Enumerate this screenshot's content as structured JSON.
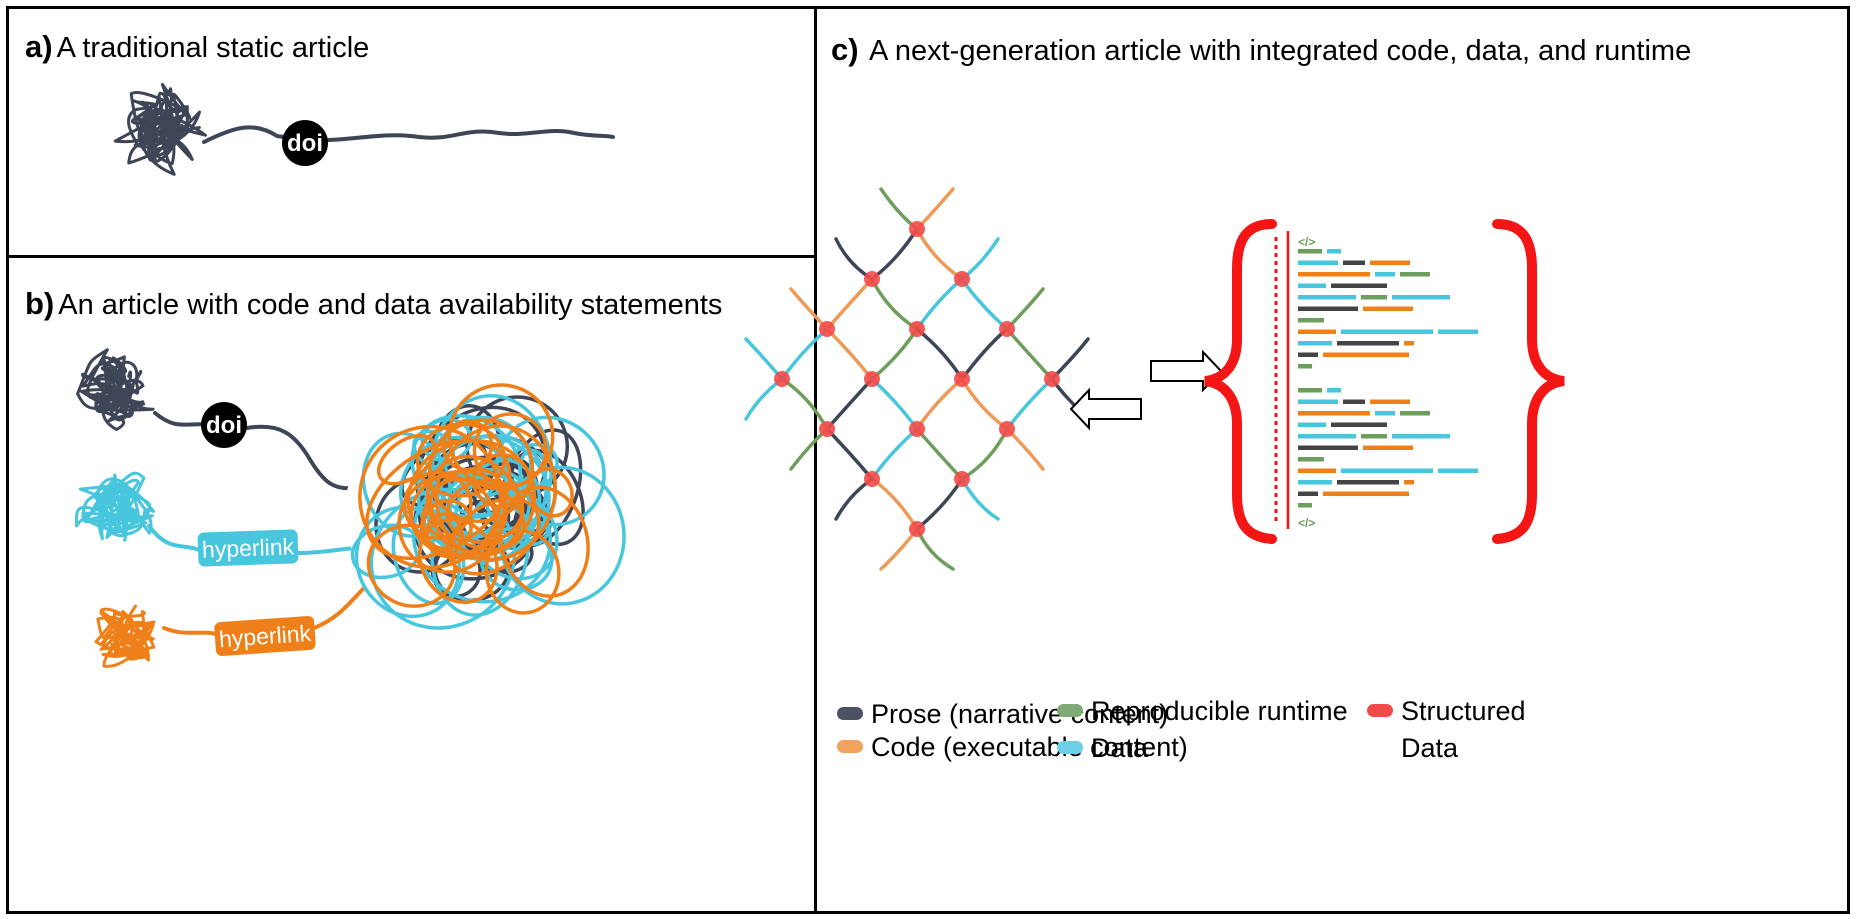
{
  "panel_a": {
    "letter": "a)",
    "title": "A traditional static article",
    "doi_label": "doi"
  },
  "panel_b": {
    "letter": "b)",
    "title": "An article with code and data availability statements",
    "doi_label": "doi",
    "data_link_label": "hyperlink",
    "code_link_label": "hyperlink"
  },
  "panel_c": {
    "letter": "c)",
    "title": "A next-generation article with integrated code, data, and runtime",
    "code_tag_top": "</>",
    "code_tag_mid": "</>",
    "code_tag_bottom": "</>"
  },
  "colors": {
    "prose": "#3e4557",
    "code": "#ef8019",
    "code_light": "#ec9a57",
    "data": "#47c6de",
    "runtime": "#6e9e5c",
    "structured": "#f0241b",
    "doi": "#000000"
  },
  "legend": [
    {
      "label": "Prose (narrative content)",
      "color": "#4b5263"
    },
    {
      "label": "Code (executable content)",
      "color": "#f1a25f"
    },
    {
      "label": "Reproducible runtime",
      "color": "#7faa76"
    },
    {
      "label": "Data",
      "color": "#6dd0e6"
    },
    {
      "label": "Structured",
      "color": "#f24a48"
    },
    {
      "label": "Data",
      "color": "#f24a48"
    }
  ]
}
